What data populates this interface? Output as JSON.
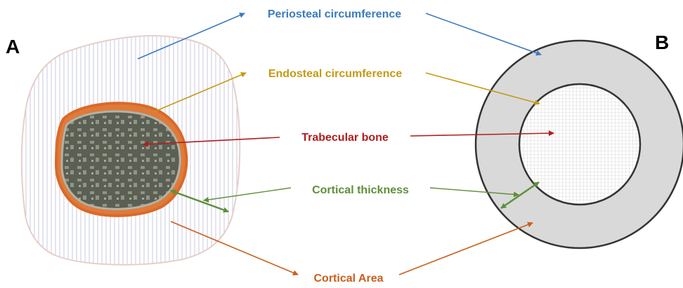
{
  "panels": {
    "left_letter": "A",
    "right_letter": "B"
  },
  "labels": {
    "periosteal": {
      "text": "Periosteal circumference",
      "color": "#3b7bbf"
    },
    "endosteal": {
      "text": "Endosteal circumference",
      "color": "#c49a14"
    },
    "trabecular": {
      "text": "Trabecular bone",
      "color": "#b01e1e"
    },
    "thickness": {
      "text": "Cortical thickness",
      "color": "#5e8f3a"
    },
    "area": {
      "text": "Cortical Area",
      "color": "#c8601c"
    }
  },
  "colors": {
    "schematic_cortex": "#d9d9d9",
    "schematic_outline": "#333333",
    "micro_ct_marrow": "#5b5f54",
    "micro_ct_rim": "#d96a2a",
    "hatch": "#c9c9e0"
  }
}
